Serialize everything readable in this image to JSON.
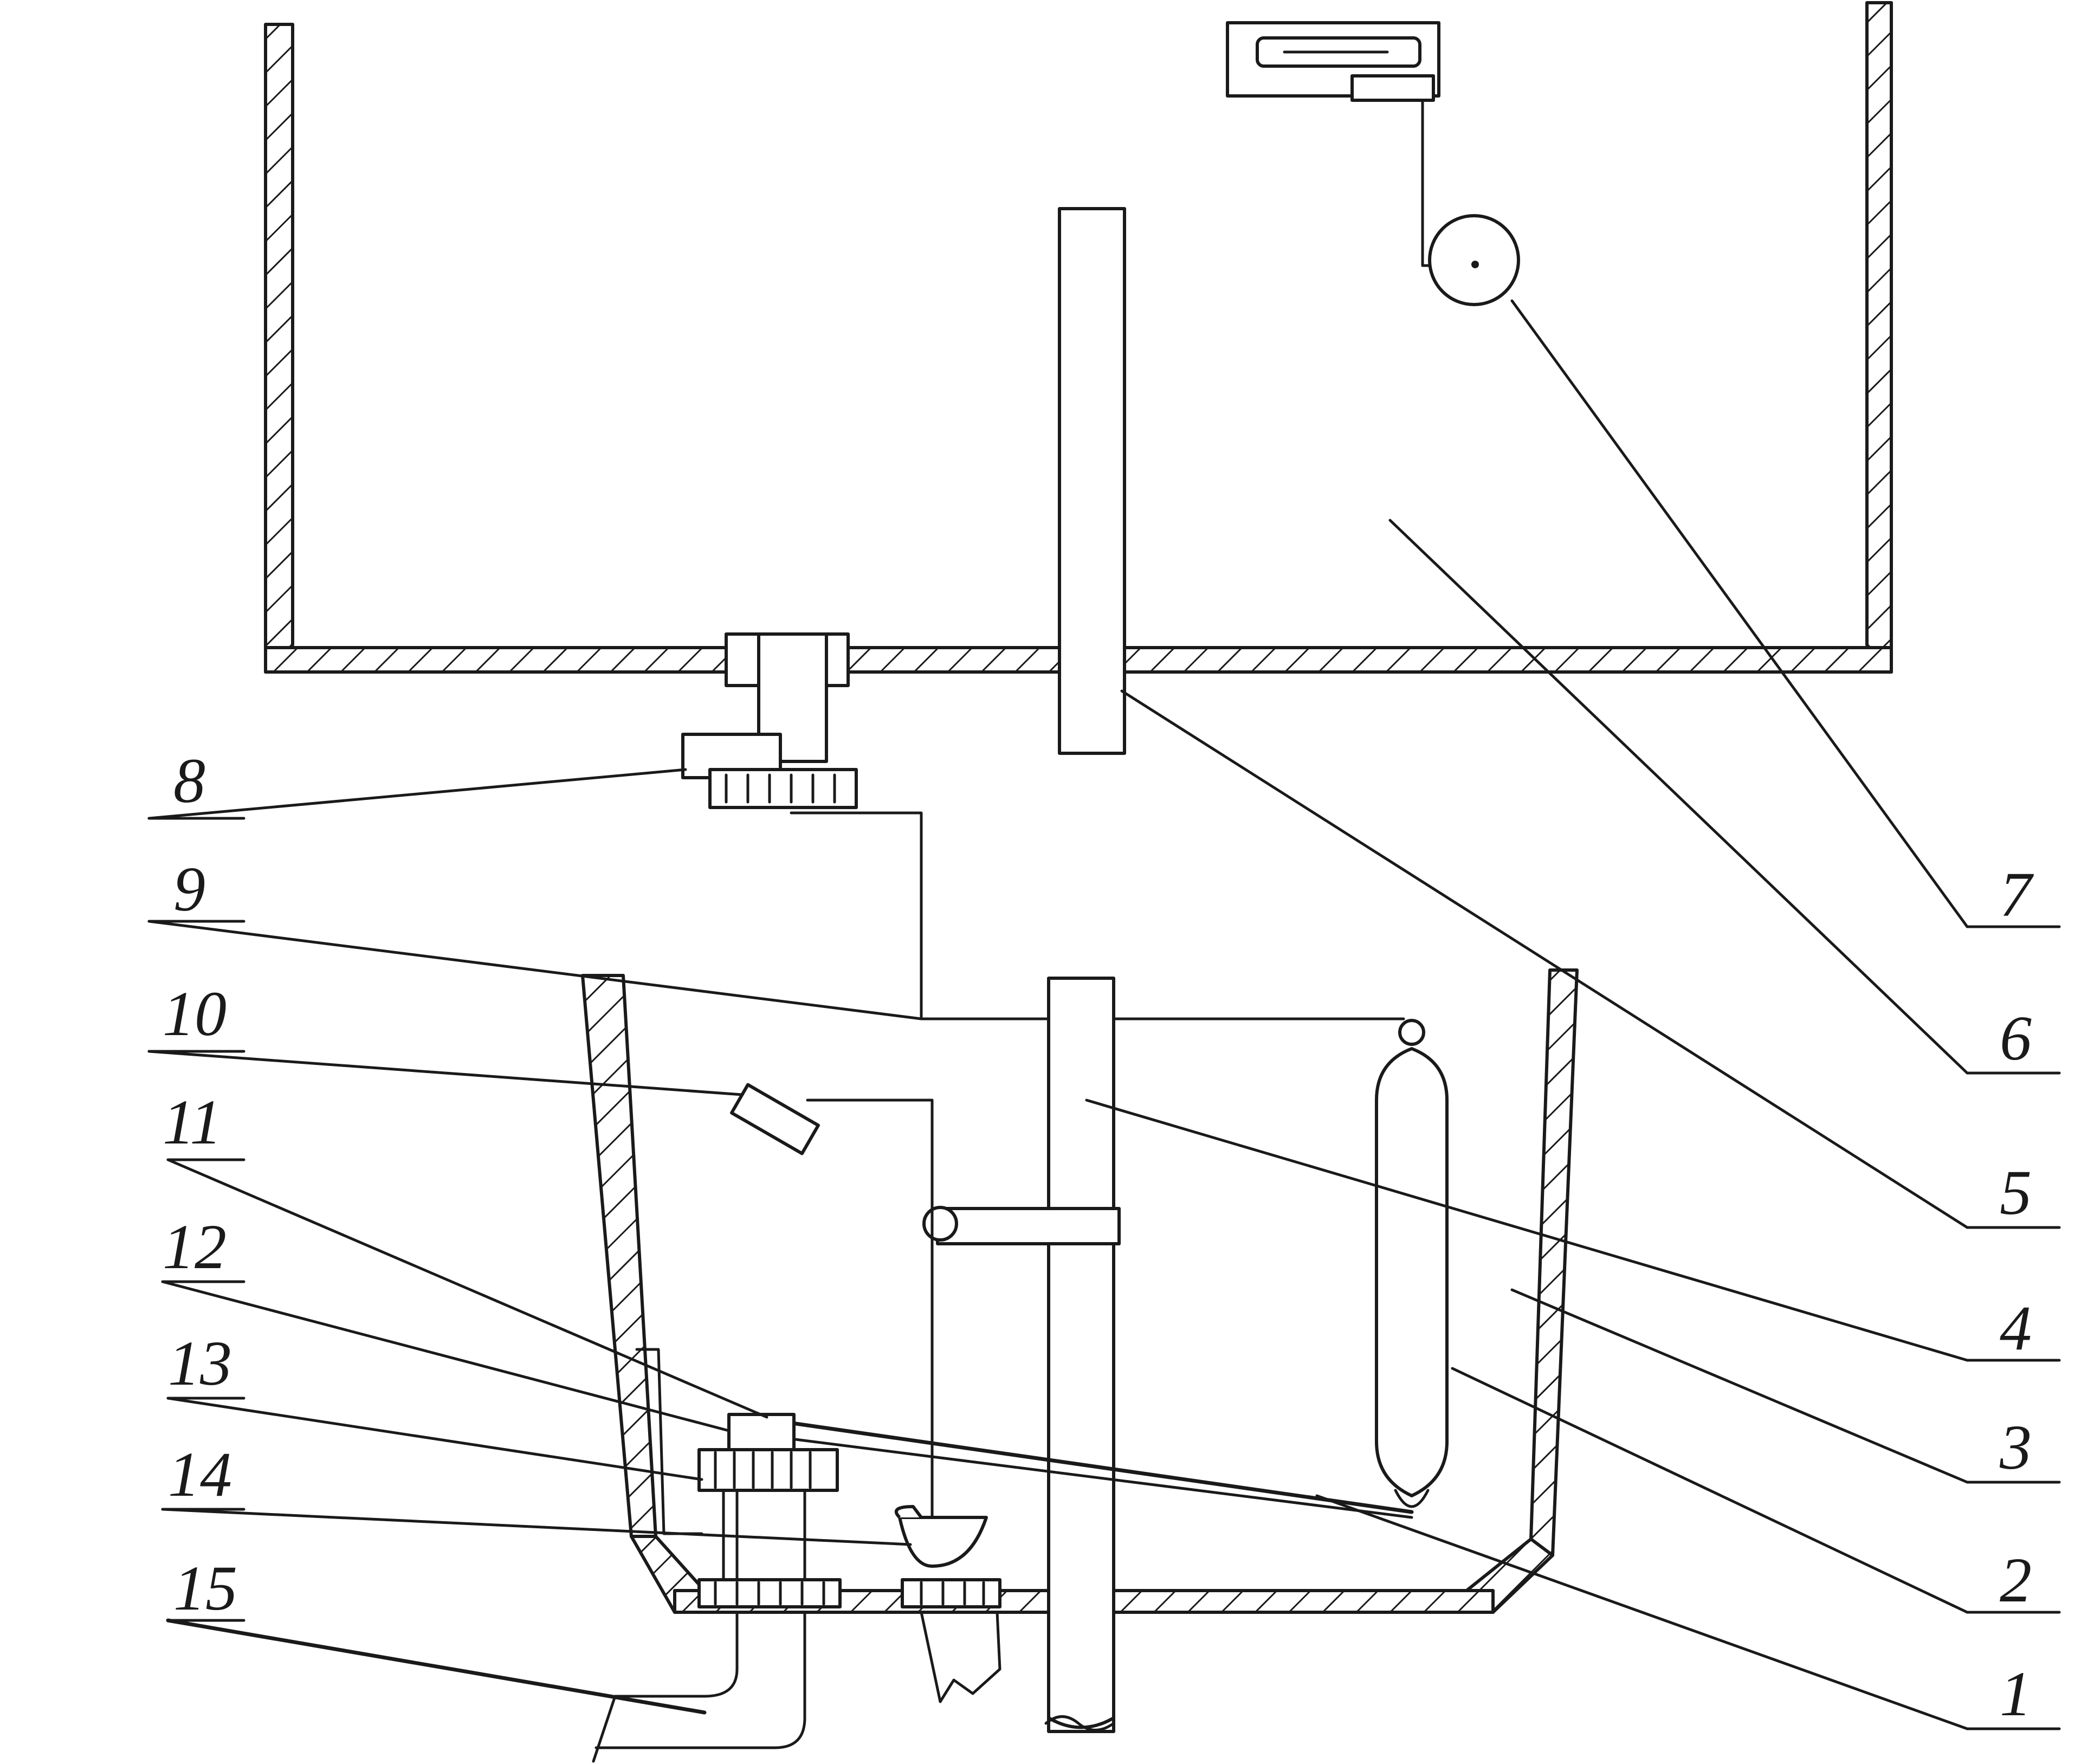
{
  "labels": {
    "left": [
      "8",
      "9",
      "10",
      "11",
      "12",
      "13",
      "14",
      "15"
    ],
    "right": [
      "7",
      "6",
      "5",
      "4",
      "3",
      "2",
      "1"
    ]
  }
}
